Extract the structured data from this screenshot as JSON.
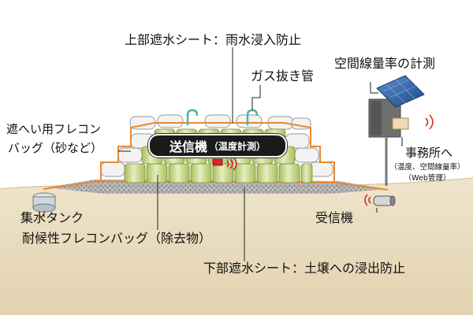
{
  "labels": {
    "top_sheet": "上部遮水シート：雨水浸入防止",
    "gas_pipe": "ガス抜き管",
    "air_dose": "空間線量率の計測",
    "shield_bags_line1": "遮へい用フレコン",
    "shield_bags_line2": "バッグ（砂など）",
    "sender_main": "送信機",
    "sender_sub": "（温度計測）",
    "office_to": "事務所へ",
    "office_detail1": "（温度、空間線量率）",
    "office_detail2": "（Web管理）",
    "water_tank": "集水タンク",
    "receiver": "受信機",
    "durable_bags": "耐候性フレコンバッグ（除去物）",
    "bottom_sheet": "下部遮水シート：土壌への浸出防止"
  },
  "colors": {
    "sheet_orange": "#e8892f",
    "bag_green": "#c9d98a",
    "ground": "#e9dcc0",
    "gravel": "#9a9a9a",
    "signal_red": "#d8232a",
    "solar_blue": "#2f5f9e"
  }
}
